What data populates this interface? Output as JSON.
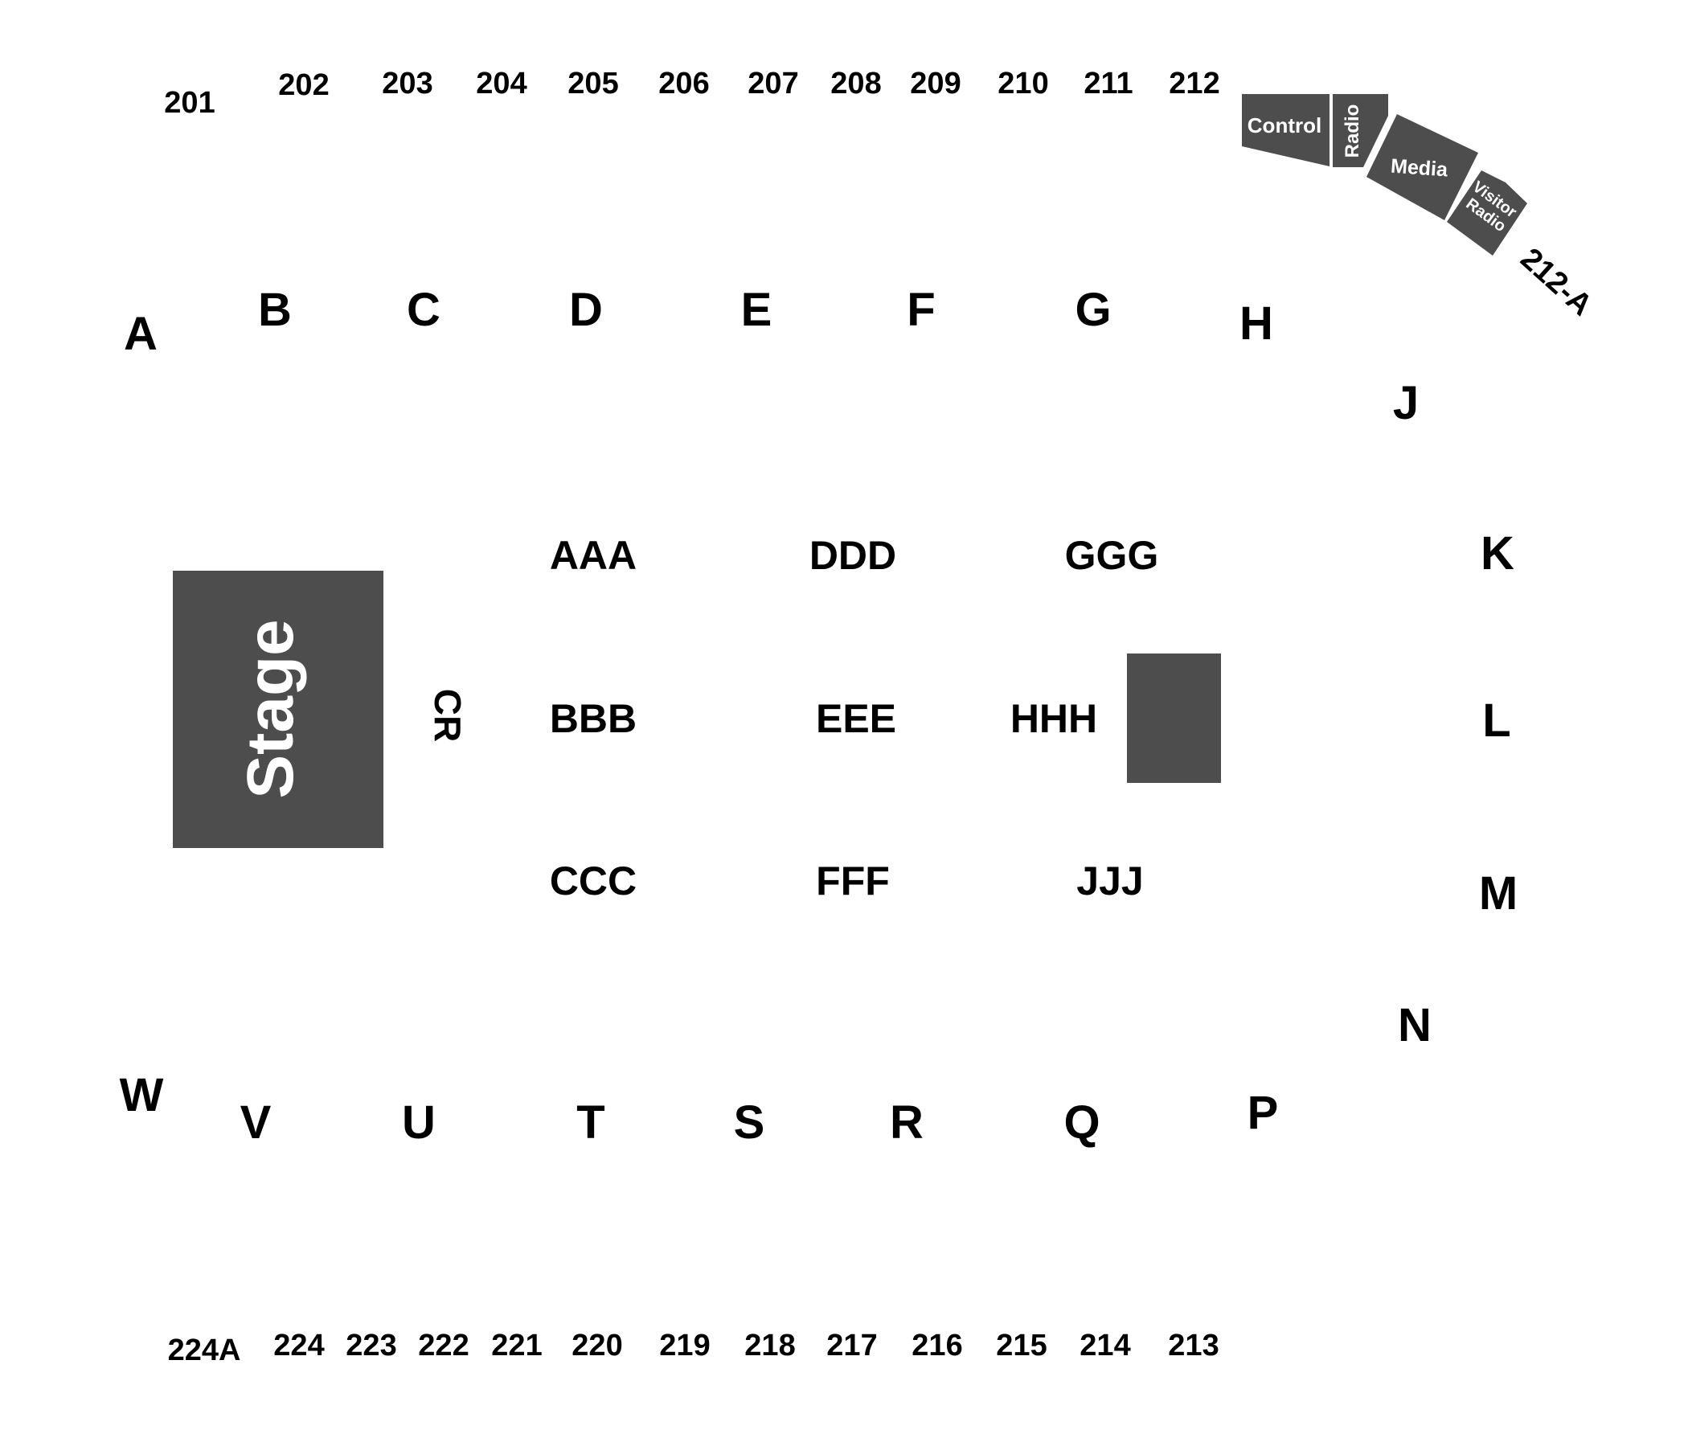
{
  "upper_sections_top": [
    "201",
    "202",
    "203",
    "204",
    "205",
    "206",
    "207",
    "208",
    "209",
    "210",
    "211",
    "212"
  ],
  "upper_sections_bottom": [
    "224A",
    "224",
    "223",
    "222",
    "221",
    "220",
    "219",
    "218",
    "217",
    "216",
    "215",
    "214",
    "213"
  ],
  "lower_sections_top": [
    "A",
    "B",
    "C",
    "D",
    "E",
    "F",
    "G",
    "H"
  ],
  "lower_sections_right": [
    "J",
    "K",
    "L",
    "M",
    "N"
  ],
  "lower_sections_bottom": [
    "W",
    "V",
    "U",
    "T",
    "S",
    "R",
    "Q",
    "P"
  ],
  "floor_sections": [
    "AAA",
    "DDD",
    "GGG",
    "BBB",
    "EEE",
    "HHH",
    "CCC",
    "FFF",
    "JJJ"
  ],
  "stage_label": "Stage",
  "cr_label": "CR",
  "press_boxes": [
    "Control",
    "Radio",
    "Media",
    "Visitor Radio"
  ],
  "press_section": "212-A",
  "colors": {
    "fill": "#4d4d4d",
    "text": "#000000",
    "inner_text": "#ffffff"
  }
}
